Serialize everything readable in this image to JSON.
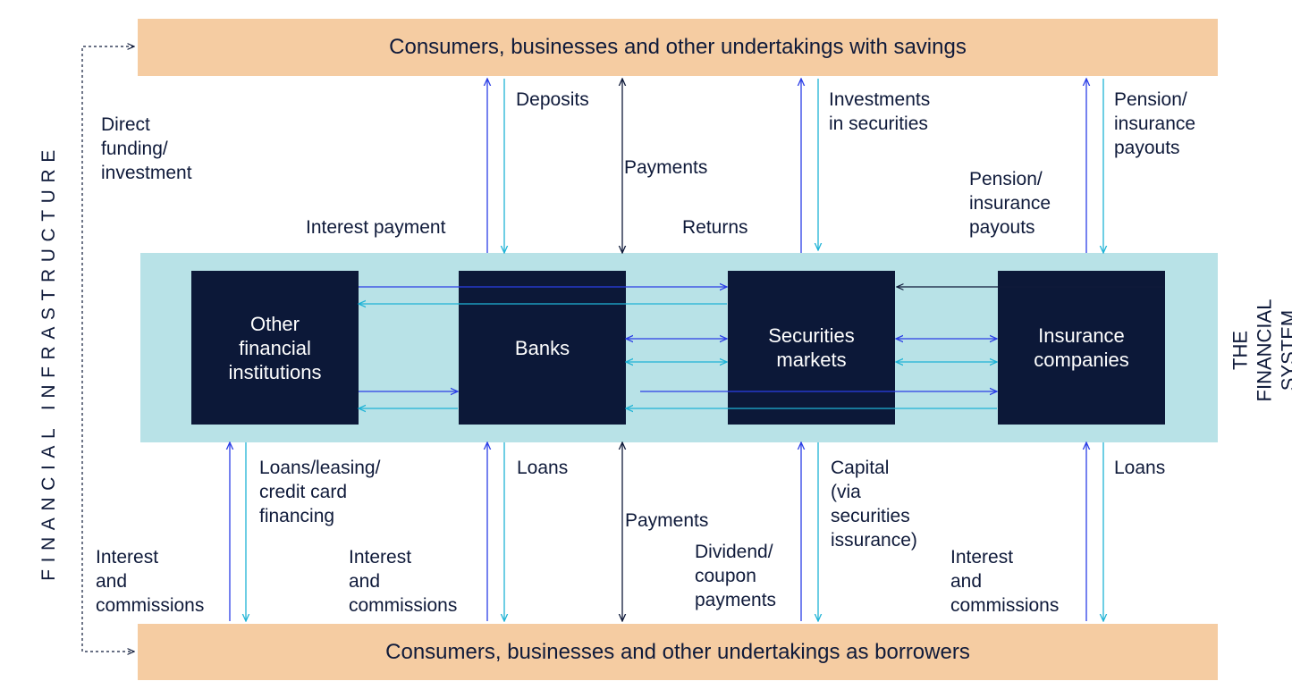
{
  "bands": {
    "top": "Consumers, businesses and other undertakings with savings",
    "bottom": "Consumers, businesses and other undertakings as borrowers"
  },
  "institutions": {
    "ofi": "Other\nfinancial\ninstitutions",
    "banks": "Banks",
    "securities": "Securities\nmarkets",
    "insurance": "Insurance\ncompanies"
  },
  "side": {
    "left": "FINANCIAL INFRASTRUCTURE",
    "right": "THE FINANCIAL\nSYSTEM"
  },
  "labels": {
    "direct_funding": "Direct\nfunding/\ninvestment",
    "interest_payment": "Interest payment",
    "deposits": "Deposits",
    "payments_top": "Payments",
    "returns": "Returns",
    "investments_securities": "Investments\nin securities",
    "pension_left": "Pension/\ninsurance\npayouts",
    "pension_right": "Pension/\ninsurance\npayouts",
    "loans_leasing": "Loans/leasing/\ncredit card\nfinancing",
    "interest_comm_1": "Interest\nand\ncommissions",
    "interest_comm_2": "Interest\nand\ncommissions",
    "loans_banks": "Loans",
    "payments_bottom": "Payments",
    "dividend": "Dividend/\ncoupon\npayments",
    "capital": "Capital\n(via\nsecurities\nissurance)",
    "interest_comm_3": "Interest\nand\ncommissions",
    "loans_ins": "Loans"
  },
  "colors": {
    "band": "#f5cca2",
    "system": "#b8e2e7",
    "institution": "#0c1838",
    "arrow_blue": "#2b3ee6",
    "arrow_cyan": "#1fb3d6",
    "arrow_dark": "#0f1a3a"
  }
}
